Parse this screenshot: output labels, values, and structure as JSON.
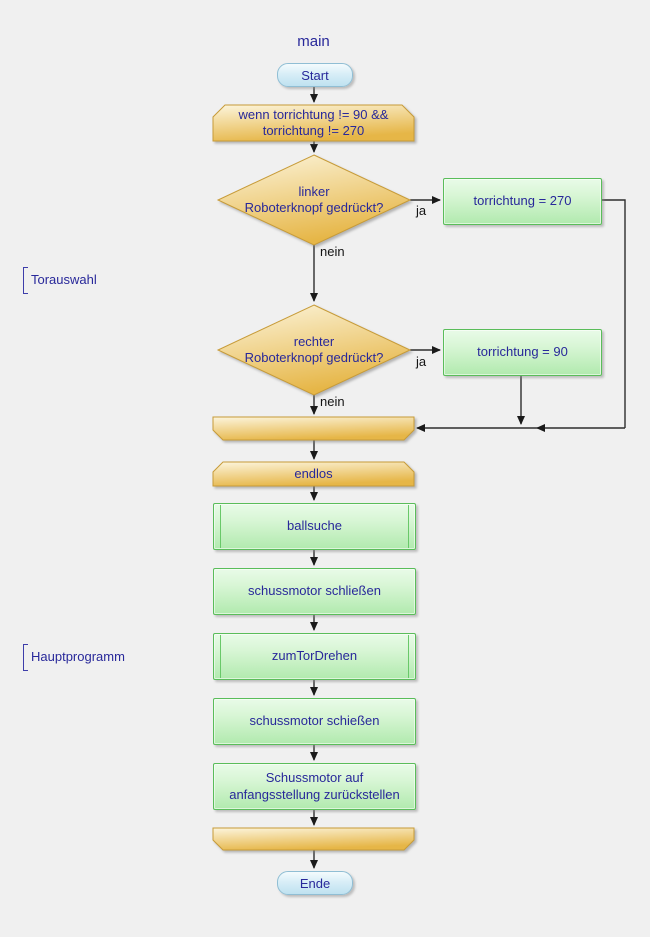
{
  "title": "main",
  "colors": {
    "background": "#f0f0f0",
    "orange_light": "#fcf5dd",
    "orange_dark": "#e6b647",
    "orange_border": "#c79b38",
    "green_light": "#e9fbe8",
    "green_dark": "#b1eaae",
    "green_border": "#5abd5a",
    "blue_light": "#f4fbfd",
    "blue_dark": "#bfe2f0",
    "blue_border": "#90bed4",
    "text": "#28289a",
    "line": "#2e2e2e"
  },
  "terminals": {
    "start": "Start",
    "end": "Ende"
  },
  "annotations": {
    "torauswahl": "Torauswahl",
    "hauptprogramm": "Hauptprogramm"
  },
  "edge_labels": {
    "decision1_yes": "ja",
    "decision1_no": "nein",
    "decision2_yes": "ja",
    "decision2_no": "nein"
  },
  "nodes": {
    "guard_condition": "wenn torrichtung != 90 &&\ntorrichtung != 270",
    "decision_left": "linker\nRoboterknopf gedrückt?",
    "assign_270": "torrichtung = 270",
    "decision_right": "rechter\nRoboterknopf gedrückt?",
    "assign_90": "torrichtung = 90",
    "loop_forever": "endlos",
    "ballsuche": "ballsuche",
    "schussmotor_schliessen": "schussmotor schließen",
    "zum_tor_drehen": "zumTorDrehen",
    "schussmotor_schiessen": "schussmotor schießen",
    "schussmotor_zurueck": "Schussmotor auf\nanfangsstellung zurückstellen"
  }
}
